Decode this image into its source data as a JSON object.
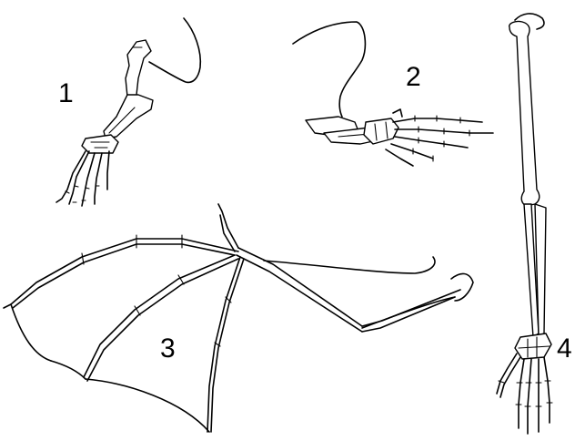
{
  "labels": {
    "figure_1": "1",
    "figure_2": "2",
    "figure_3": "3",
    "figure_4": "4"
  },
  "colors": {
    "line": "#000000",
    "background": "#ffffff"
  }
}
